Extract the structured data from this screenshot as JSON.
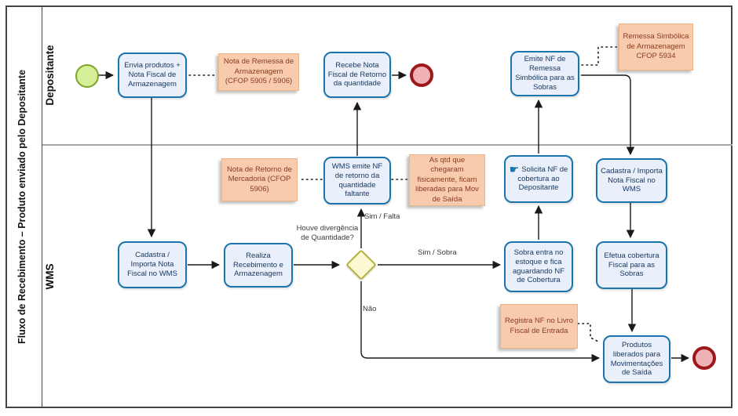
{
  "pool": {
    "title": "Fluxo de Recebimento – Produto enviado pelo Depositante",
    "lanes": {
      "top": "Depositante",
      "bottom": "WMS"
    }
  },
  "nodes": {
    "envia_produtos": {
      "label": "Envia produtos + Nota Fiscal de Armazenagem"
    },
    "recebe_nota": {
      "label": "Recebe Nota Fiscal de Retorno da quantidade"
    },
    "emite_nf_remessa": {
      "label": "Emite NF de Remessa Simbólica para as Sobras"
    },
    "cadastra_importa_left": {
      "label": "Cadastra / Importa Nota Fiscal no WMS"
    },
    "realiza_recebimento": {
      "label": "Realiza Recebimento e Armazenagem"
    },
    "wms_emite_nf": {
      "label": "WMS emite NF de retorno da quantidade faltante"
    },
    "solicita_nf": {
      "label": "Solicita NF de cobertura ao Depositante"
    },
    "sobra_entra": {
      "label": "Sobra entra no estoque e fica aguardando NF de Cobertura"
    },
    "cadastra_importa_right": {
      "label": "Cadastra / Importa Nota Fiscal no WMS"
    },
    "efetua_cobertura": {
      "label": "Efetua cobertura Fiscal para as Sobras"
    },
    "produtos_liberados": {
      "label": "Produtos liberados para Movimentações de Saída"
    }
  },
  "gateway": {
    "question": "Houve divergência de Quantidade?"
  },
  "annotations": {
    "nota_remessa": {
      "label": "Nota de Remessa de Armazenagem (CFOP 5905 / 5906)"
    },
    "remessa_simbolica": {
      "label": "Remessa Simbólica de Armazenagem CFOP 5934"
    },
    "nota_retorno": {
      "label": "Nota de Retorno de Mercadoria (CFOP 5906)"
    },
    "qtd_liberadas": {
      "label": "As qtd que chegaram fisicamente, ficam liberadas para Mov de Saída"
    },
    "registra_nf": {
      "label": "Registra NF no Livro Fiscal de Entrada"
    }
  },
  "edge_labels": {
    "sim_falta": "Sim / Falta",
    "sim_sobra": "Sim / Sobra",
    "nao": "Não"
  },
  "icons": {
    "hand": "☛"
  },
  "colors": {
    "task_border": "#1b74ae",
    "task_fill": "#e9effb",
    "task_text": "#17365d",
    "annotation_fill": "#f8cbad",
    "annotation_text": "#8a3b22",
    "gateway_fill": "#fbf8d3",
    "gateway_border": "#b3b13b",
    "start_fill": "#d5ee98",
    "start_border": "#7fa32a",
    "end_fill": "#efb2b5",
    "end_border": "#9c181c",
    "connector": "#1a1a1a"
  }
}
